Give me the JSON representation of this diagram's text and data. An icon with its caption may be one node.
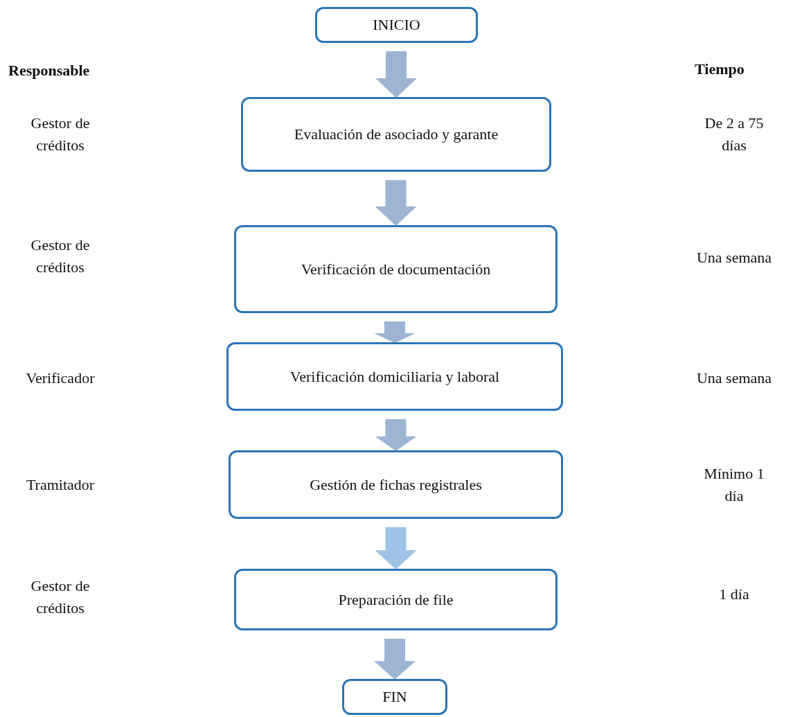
{
  "diagram": {
    "nodes": [
      {
        "text": [
          "INICIO"
        ]
      },
      {
        "text": [
          "Evaluación de asociado y garante"
        ]
      },
      {
        "text": [
          "Verificación de documentación"
        ]
      },
      {
        "text": [
          "Verificación domiciliaria y laboral"
        ]
      },
      {
        "text": [
          "Gestión de fichas registrales"
        ]
      },
      {
        "text": [
          "Preparación de file"
        ]
      },
      {
        "text": [
          "FIN"
        ]
      }
    ],
    "edges": [
      {
        "from": 0,
        "to": 1,
        "arrow": "to"
      },
      {
        "from": 1,
        "to": 2,
        "arrow": "to"
      },
      {
        "from": 2,
        "to": 3,
        "arrow": "to"
      },
      {
        "from": 3,
        "to": 4,
        "arrow": "to"
      },
      {
        "from": 4,
        "to": 5,
        "arrow": "to",
        "color": "#9dc3e6"
      },
      {
        "from": 5,
        "to": 6,
        "arrow": "to"
      }
    ],
    "labels": [
      "Responsable",
      "Tiempo",
      "Gestor de créditos",
      "De 2 a 75 días",
      "Gestor de créditos",
      "Una semana",
      "Verificador",
      "Una semana",
      "Tramitador",
      "Mínimo 1 día",
      "Gestor de créditos",
      "1 día"
    ]
  }
}
